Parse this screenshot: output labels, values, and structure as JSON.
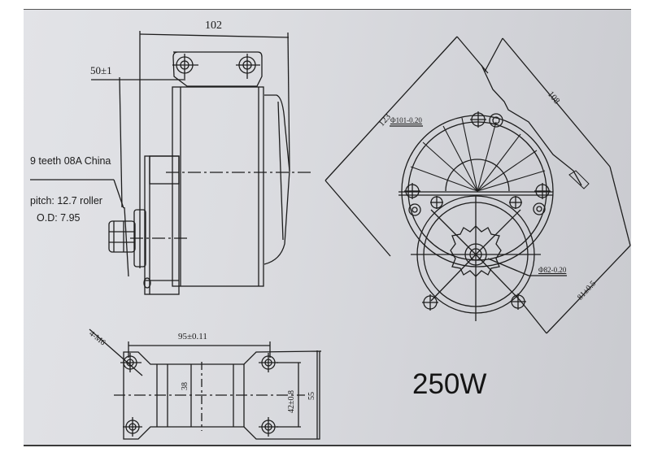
{
  "drawing": {
    "title_power": "250W",
    "side_view": {
      "overall_length": "102",
      "flange_offset": "50±1",
      "sprocket_note_line1": "9 teeth 08A China",
      "sprocket_note_line2": "pitch: 12.7 roller",
      "sprocket_note_line3": "O.D: 7.95"
    },
    "front_view": {
      "diag_dim_left": "123",
      "diag_dim_right": "108",
      "diag_dim_bottom": "81±0.5",
      "flange_diameter": "Φ101-0.20",
      "sprocket_pitch_circle": "Φ82-0.20"
    },
    "mount_plate": {
      "hole_callout": "4-M6",
      "hole_spacing_x": "95±0.11",
      "slot_width": "38",
      "hole_spacing_y": "42±0.8",
      "plate_height": "55"
    }
  },
  "colors": {
    "paper": "#dcdde1",
    "ink": "#1b1b1b",
    "background": "#ffffff"
  }
}
